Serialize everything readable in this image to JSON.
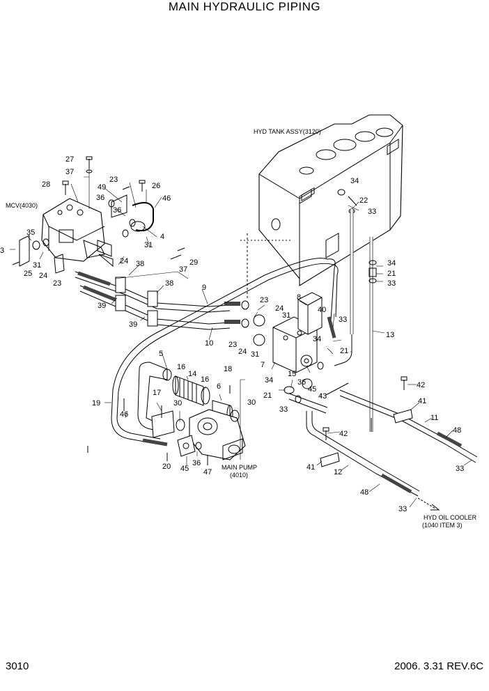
{
  "header": {
    "title": "MAIN HYDRAULIC PIPING"
  },
  "footer": {
    "page": "3010",
    "revision": "2006. 3.31  REV.6C"
  },
  "components": {
    "hyd_tank": "HYD TANK ASSY(3120)",
    "mcv": "MCV(4030)",
    "main_pump_line1": "MAIN PUMP",
    "main_pump_line2": "(4010)",
    "cooler_line1": "HYD OIL COOLER",
    "cooler_line2": "(1040 ITEM 3)"
  },
  "callouts": [
    "27",
    "37",
    "28",
    "23",
    "49",
    "26",
    "36",
    "46",
    "36",
    "4",
    "31",
    "35",
    "3",
    "31",
    "24",
    "25",
    "23",
    "24",
    "38",
    "37",
    "29",
    "38",
    "39",
    "39",
    "9",
    "10",
    "8",
    "23",
    "24",
    "31",
    "23",
    "24",
    "31",
    "7",
    "40",
    "33",
    "34",
    "21",
    "15",
    "36",
    "45",
    "43",
    "34",
    "21",
    "33",
    "34",
    "22",
    "33",
    "34",
    "21",
    "33",
    "13",
    "5",
    "16",
    "14",
    "16",
    "6",
    "18",
    "17",
    "46",
    "30",
    "30",
    "19",
    "20",
    "36",
    "45",
    "47",
    "42",
    "41",
    "11",
    "48",
    "33",
    "42",
    "41",
    "12",
    "48",
    "33"
  ]
}
